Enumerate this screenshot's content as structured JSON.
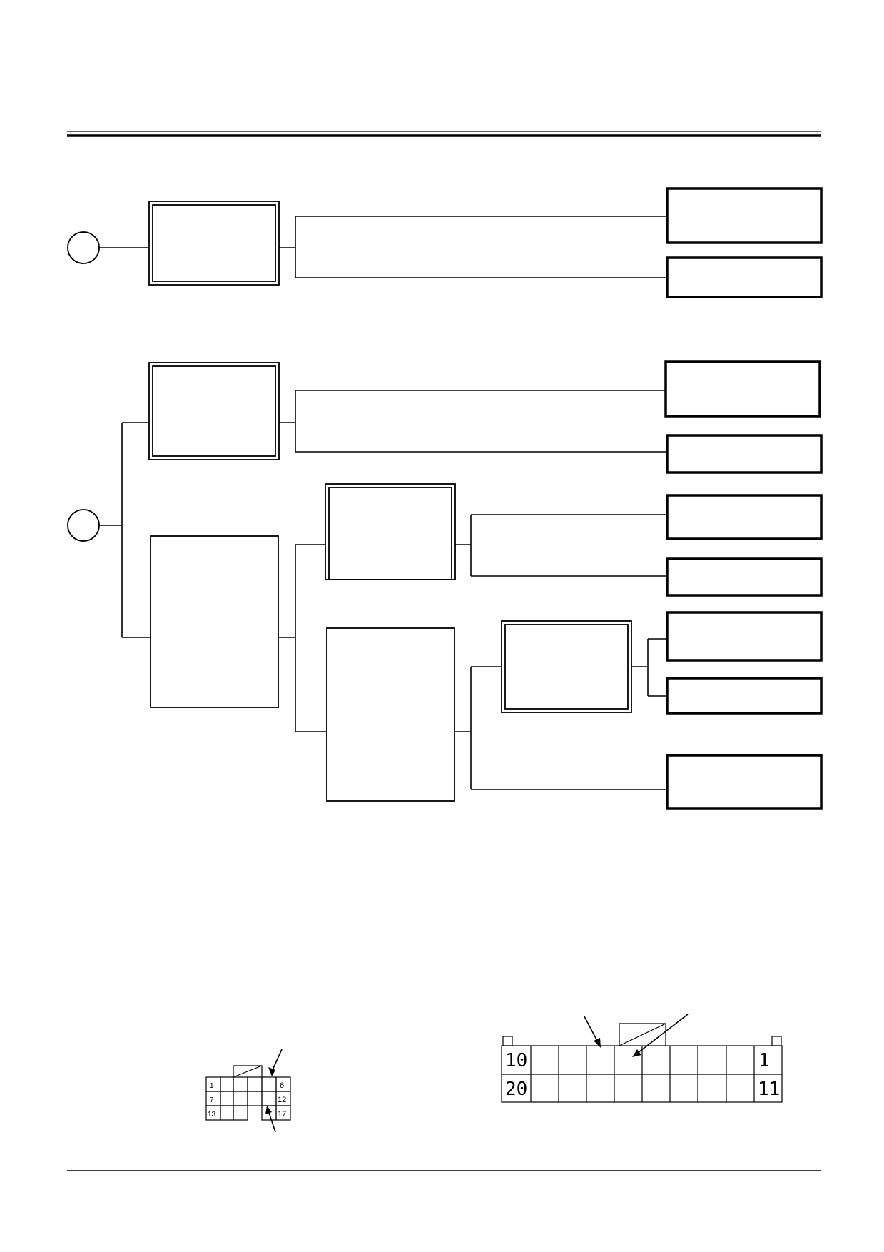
{
  "page": {
    "header_rule_style": "double-rule",
    "footer_rule_style": "single-rule",
    "stroke_color": "#000000",
    "background_color": "#ffffff"
  },
  "connector_small": {
    "pin_labels": {
      "pin_1": "1",
      "pin_6": "6",
      "pin_7": "7",
      "pin_12": "12",
      "pin_13": "13",
      "pin_17": "17"
    }
  },
  "connector_large": {
    "pin_labels": {
      "pin_10": "10",
      "pin_1": "1",
      "pin_20": "20",
      "pin_11": "11"
    }
  }
}
